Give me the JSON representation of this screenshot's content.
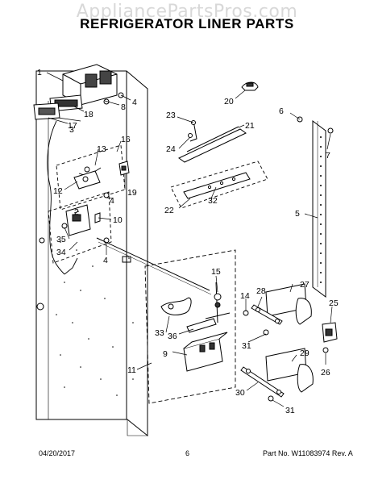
{
  "watermark": "AppliancePartsPros.com",
  "title": "REFRIGERATOR LINER PARTS",
  "callouts": [
    "1",
    "4",
    "8",
    "18",
    "17",
    "3",
    "16",
    "13",
    "12",
    "19",
    "4",
    "2",
    "10",
    "35",
    "34",
    "4",
    "20",
    "23",
    "21",
    "24",
    "32",
    "22",
    "6",
    "7",
    "5",
    "15",
    "28",
    "27",
    "14",
    "33",
    "36",
    "9",
    "11",
    "31",
    "25",
    "26",
    "29",
    "30",
    "31"
  ],
  "footer": {
    "date": "04/20/2017",
    "page": "6",
    "part_info": "Part No. W11083974  Rev. A"
  },
  "colors": {
    "line": "#000000",
    "watermark": "#d8d8d8",
    "shade": "#555555"
  }
}
